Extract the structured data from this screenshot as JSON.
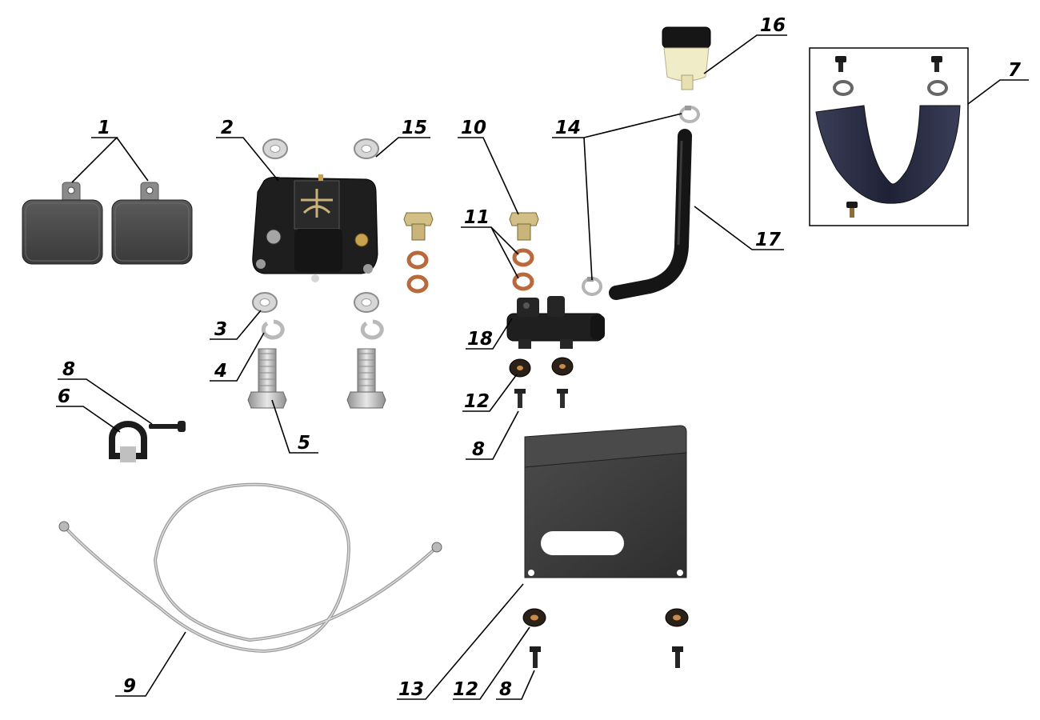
{
  "diagram": {
    "callouts": [
      {
        "id": "1",
        "label": "1"
      },
      {
        "id": "2",
        "label": "2"
      },
      {
        "id": "15",
        "label": "15"
      },
      {
        "id": "3",
        "label": "3"
      },
      {
        "id": "4",
        "label": "4"
      },
      {
        "id": "5",
        "label": "5"
      },
      {
        "id": "6",
        "label": "6"
      },
      {
        "id": "8a",
        "label": "8"
      },
      {
        "id": "9",
        "label": "9"
      },
      {
        "id": "10",
        "label": "10"
      },
      {
        "id": "11",
        "label": "11"
      },
      {
        "id": "12a",
        "label": "12"
      },
      {
        "id": "8b",
        "label": "8"
      },
      {
        "id": "18",
        "label": "18"
      },
      {
        "id": "14",
        "label": "14"
      },
      {
        "id": "16",
        "label": "16"
      },
      {
        "id": "17",
        "label": "17"
      },
      {
        "id": "7",
        "label": "7"
      },
      {
        "id": "13",
        "label": "13"
      },
      {
        "id": "12b",
        "label": "12"
      },
      {
        "id": "8c",
        "label": "8"
      }
    ],
    "parts": [
      {
        "name": "brake-pad",
        "count": 2
      },
      {
        "name": "brake-caliper",
        "count": 1
      },
      {
        "name": "washer",
        "count": 6
      },
      {
        "name": "split-ring",
        "count": 2
      },
      {
        "name": "caliper-bolt",
        "count": 2
      },
      {
        "name": "hose-clamp-p",
        "count": 1
      },
      {
        "name": "screw",
        "count": 9
      },
      {
        "name": "braided-brake-line",
        "count": 1
      },
      {
        "name": "banjo-bolt",
        "count": 2
      },
      {
        "name": "copper-washer",
        "count": 4
      },
      {
        "name": "rubber-washer",
        "count": 4
      },
      {
        "name": "master-cylinder",
        "count": 1
      },
      {
        "name": "hose-clip",
        "count": 2
      },
      {
        "name": "fluid-reservoir",
        "count": 1
      },
      {
        "name": "reservoir-hose",
        "count": 1
      },
      {
        "name": "rear-guard-bracket",
        "count": 1
      },
      {
        "name": "mounting-plate",
        "count": 1
      }
    ],
    "colors": {
      "line": "#000000",
      "metal_dark": "#2b2b2b",
      "metal_light": "#c9c9c9",
      "brass": "#c8a24e",
      "copper": "#b86a3c",
      "plate": "#3e3e3e",
      "guard": "#2c2f44",
      "reservoir": "#f1ecc8"
    }
  }
}
